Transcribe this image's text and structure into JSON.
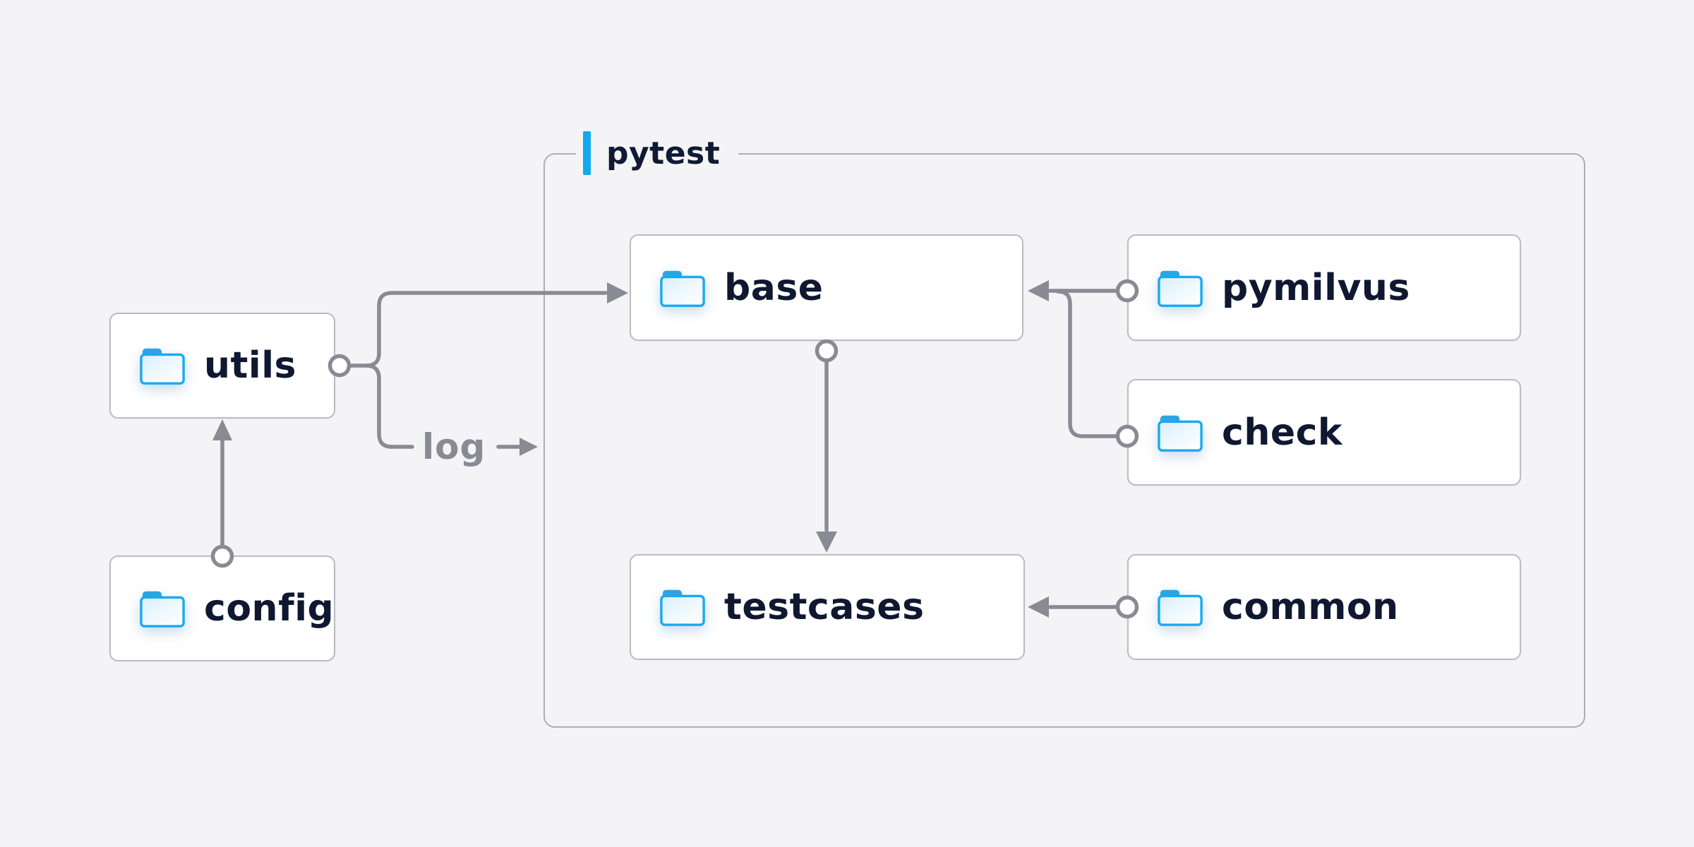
{
  "group": {
    "label": "pytest"
  },
  "nodes": {
    "utils": {
      "label": "utils"
    },
    "config": {
      "label": "config"
    },
    "base": {
      "label": "base"
    },
    "pymilvus": {
      "label": "pymilvus"
    },
    "check": {
      "label": "check"
    },
    "testcases": {
      "label": "testcases"
    },
    "common": {
      "label": "common"
    }
  },
  "annotations": {
    "log": "log"
  },
  "edges": [
    {
      "from": "config",
      "to": "utils"
    },
    {
      "from": "utils",
      "to": "base"
    },
    {
      "from": "utils",
      "to": "log",
      "label": "log"
    },
    {
      "from": "pymilvus",
      "to": "base"
    },
    {
      "from": "check",
      "to": "base"
    },
    {
      "from": "base",
      "to": "testcases"
    },
    {
      "from": "common",
      "to": "testcases"
    }
  ],
  "icons": {
    "node_icon": "folder-icon"
  },
  "colors": {
    "background": "#F4F4F6",
    "node_fill": "#FFFFFF",
    "node_border": "#BBBBC5",
    "group_border": "#AEAEBA",
    "connector": "#8A8A94",
    "label_text": "#0F1830",
    "log_text": "#8A8A94",
    "accent_blue": "#12A9EE",
    "folder_stroke": "#1BA8F0",
    "folder_tab": "#2BA5E2"
  }
}
